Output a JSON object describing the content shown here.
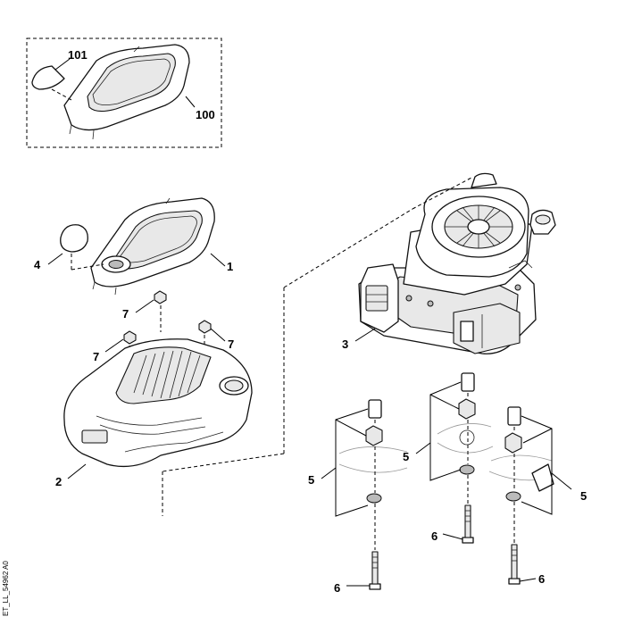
{
  "diagram": {
    "reference_code": "ET_LL_54962",
    "revision": "A0",
    "callouts": [
      {
        "id": "c101",
        "label": "101"
      },
      {
        "id": "c100",
        "label": "100"
      },
      {
        "id": "c4",
        "label": "4"
      },
      {
        "id": "c1",
        "label": "1"
      },
      {
        "id": "c7a",
        "label": "7"
      },
      {
        "id": "c7b",
        "label": "7"
      },
      {
        "id": "c7c",
        "label": "7"
      },
      {
        "id": "c2",
        "label": "2"
      },
      {
        "id": "c3",
        "label": "3"
      },
      {
        "id": "c5a",
        "label": "5"
      },
      {
        "id": "c5b",
        "label": "5"
      },
      {
        "id": "c5c",
        "label": "5"
      },
      {
        "id": "c6a",
        "label": "6"
      },
      {
        "id": "c6b",
        "label": "6"
      },
      {
        "id": "c6c",
        "label": "6"
      }
    ]
  }
}
